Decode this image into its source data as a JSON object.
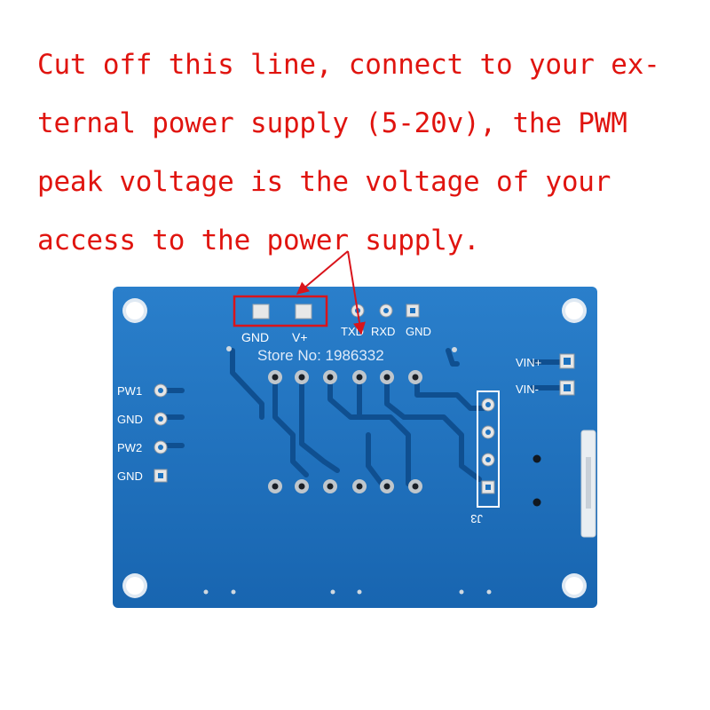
{
  "caption": {
    "lines": [
      "Cut off this line, connect to your ex-",
      "ternal power supply (5-20v), the PWM",
      "peak voltage is the voltage of your",
      "access to the power supply."
    ],
    "color": "#e0140f"
  },
  "board": {
    "color": "#1c72c0",
    "top_labels": {
      "gnd": "GND",
      "vplus": "V+",
      "txd": "TXD",
      "rxd": "RXD",
      "gnd2": "GND"
    },
    "left_labels": {
      "pw1": "PW1",
      "gnd_a": "GND",
      "pw2": "PW2",
      "gnd_b": "GND"
    },
    "right_labels": {
      "vin_plus": "VIN+",
      "vin_minus": "VIN-"
    },
    "connector_label": "J3",
    "watermark": "Store No: 1986332"
  },
  "highlight_color": "#d9141b"
}
